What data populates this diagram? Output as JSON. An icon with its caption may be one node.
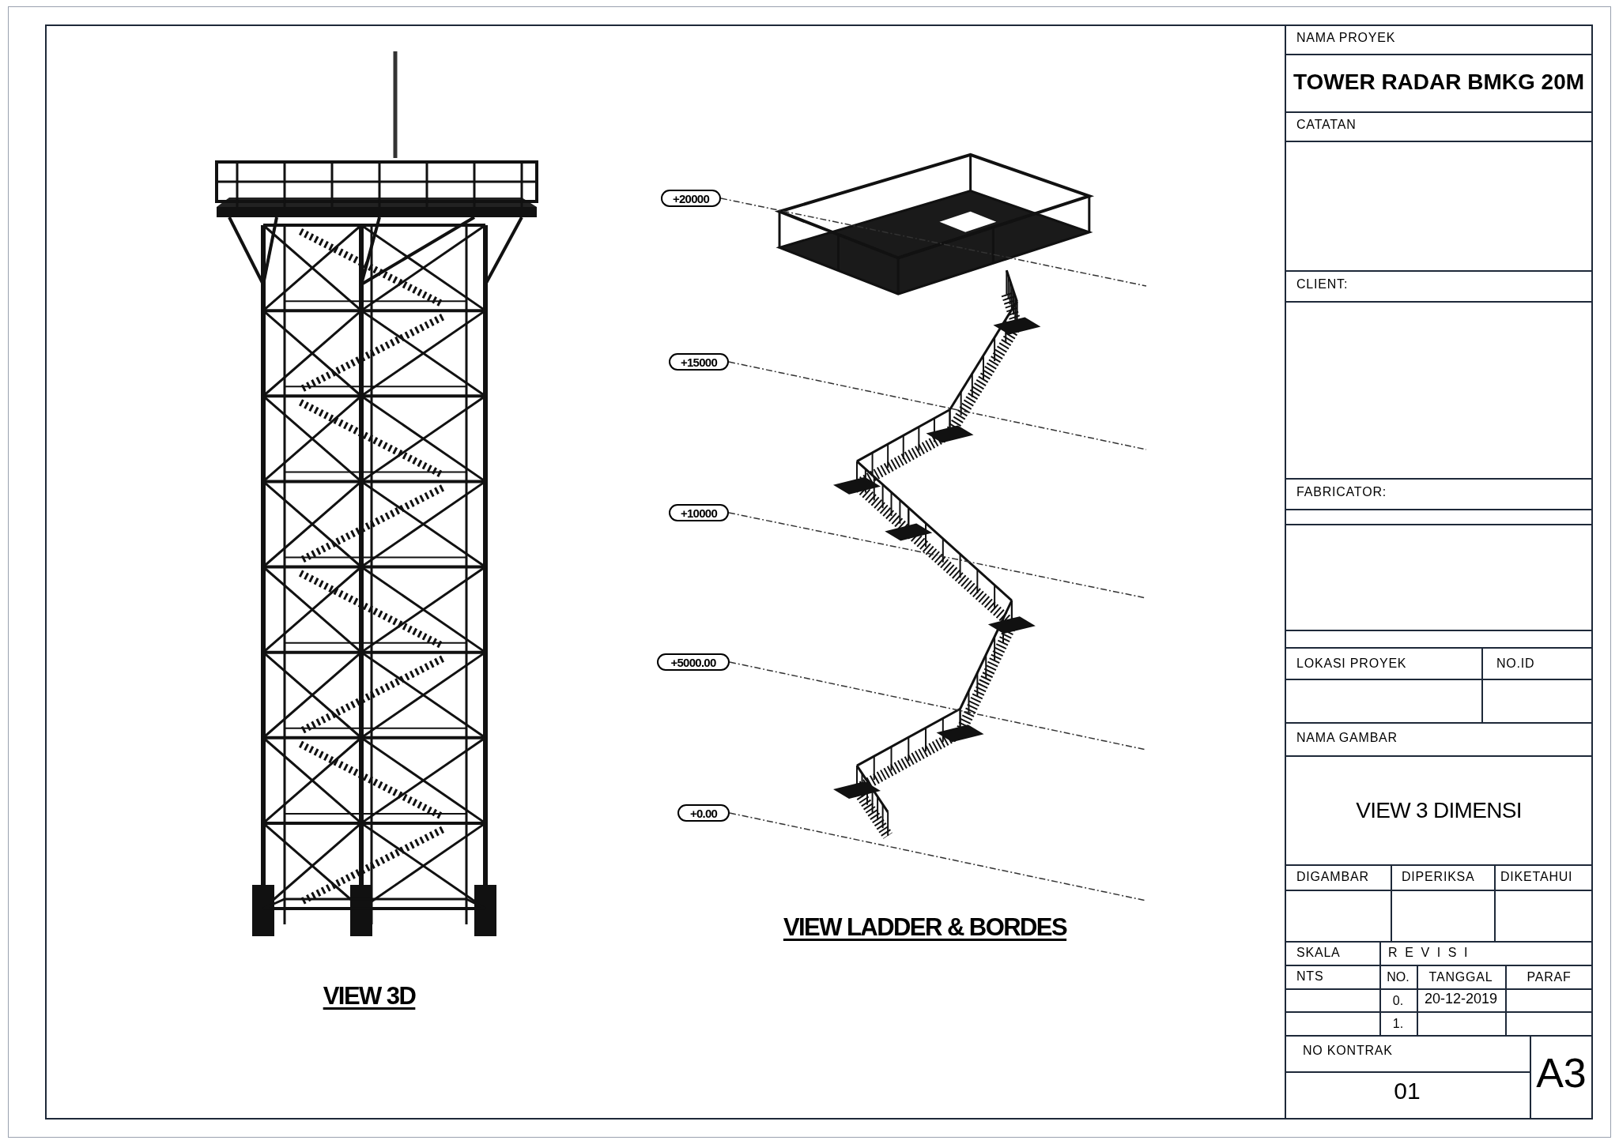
{
  "diagram": {
    "nodes": [
      {
        "text": [
          "+20000"
        ]
      },
      {
        "text": [
          "+15000"
        ]
      },
      {
        "text": [
          "+10000"
        ]
      },
      {
        "text": [
          "+5000.00"
        ]
      },
      {
        "text": [
          "+0.00"
        ]
      }
    ],
    "labels": [
      "NAMA PROYEK",
      "TOWER RADAR BMKG 20M",
      "CATATAN",
      "CLIENT:",
      "FABRICATOR:",
      "LOKASI PROYEK",
      "NO.ID",
      "NAMA GAMBAR",
      "VIEW 3 DIMENSI",
      "DIGAMBAR",
      "DIPERIKSA",
      "DIKETAHUI",
      "SKALA",
      "REVISI",
      "NTS",
      "NO.",
      "TANGGAL",
      "PARAF",
      "0.",
      "20-12-2019",
      "1.",
      "NO KONTRAK",
      "01",
      "A3",
      "VIEW LADDER & BORDES",
      "VIEW 3D"
    ]
  }
}
